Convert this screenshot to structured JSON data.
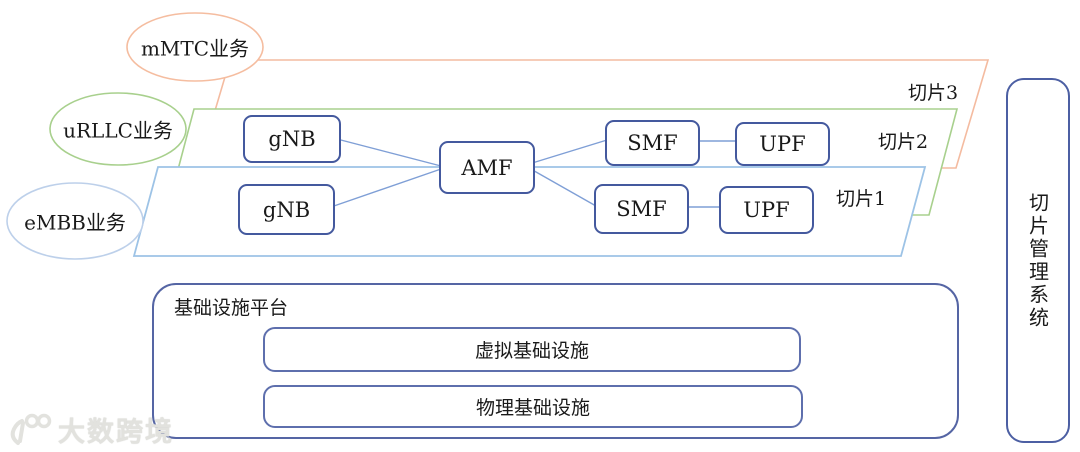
{
  "diagram": {
    "services": [
      {
        "id": "mmtc",
        "label": "mMTC业务"
      },
      {
        "id": "urllc",
        "label": "uRLLC业务"
      },
      {
        "id": "embb",
        "label": "eMBB业务"
      }
    ],
    "slices": [
      {
        "id": "slice3",
        "label": "切片3"
      },
      {
        "id": "slice2",
        "label": "切片2"
      },
      {
        "id": "slice1",
        "label": "切片1"
      }
    ],
    "nodes": [
      {
        "id": "gnb-slice2",
        "label": "gNB"
      },
      {
        "id": "gnb-slice1",
        "label": "gNB"
      },
      {
        "id": "amf",
        "label": "AMF"
      },
      {
        "id": "smf-slice2",
        "label": "SMF"
      },
      {
        "id": "upf-slice2",
        "label": "UPF"
      },
      {
        "id": "smf-slice1",
        "label": "SMF"
      },
      {
        "id": "upf-slice1",
        "label": "UPF"
      }
    ],
    "infrastructure": {
      "title": "基础设施平台",
      "layers": [
        {
          "id": "virtual",
          "label": "虚拟基础设施"
        },
        {
          "id": "physical",
          "label": "物理基础设施"
        }
      ]
    },
    "management": {
      "label": "切片管理系统"
    },
    "watermark": {
      "label": "大数跨境",
      "logo": "100-swoosh-logo"
    },
    "colors": {
      "slice3_stroke": "#F4BBA0",
      "slice2_stroke": "#A8D08D",
      "slice1_stroke": "#9DC3E6",
      "mmtc_stroke": "#F5BDA0",
      "urllc_stroke": "#A8D08D",
      "embb_stroke": "#BDD0EA",
      "node_border": "#44599E",
      "connector": "#7F9FD6",
      "container_border": "#5565A4",
      "text": "#1a1a1a"
    }
  }
}
